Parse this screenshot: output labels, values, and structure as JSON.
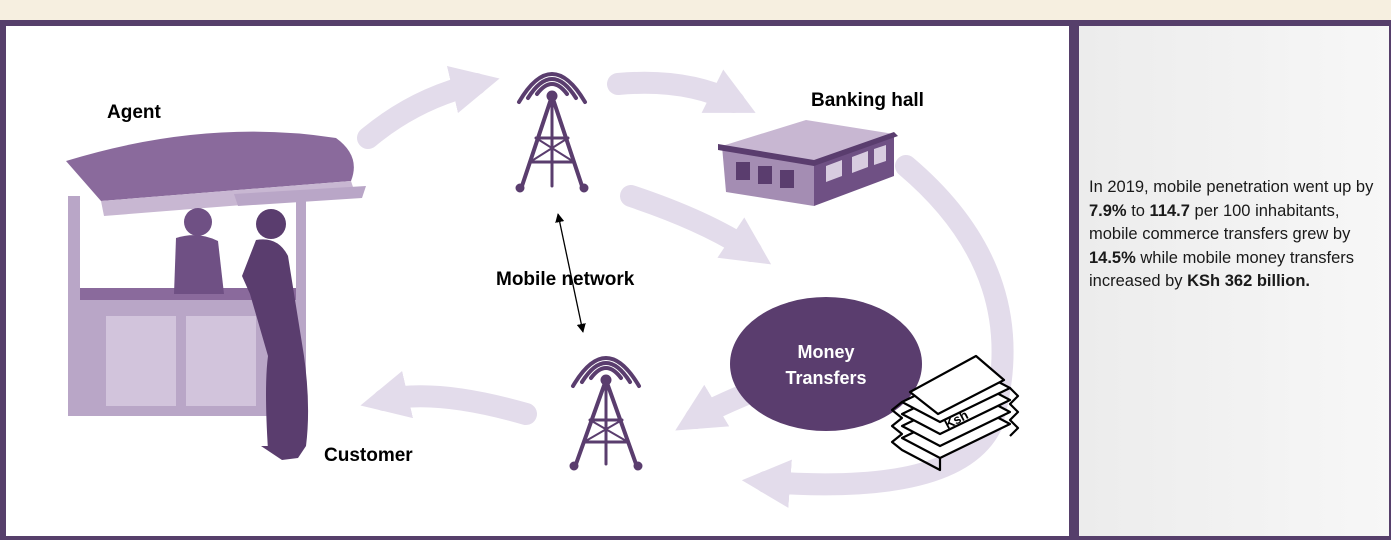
{
  "diagram": {
    "labels": {
      "agent": "Agent",
      "banking_hall": "Banking hall",
      "mobile_network": "Mobile network",
      "customer": "Customer",
      "money_transfers_line1": "Money",
      "money_transfers_line2": "Transfers",
      "ksh": "Ksh"
    }
  },
  "info": {
    "t1": "In 2019, mobile penetration went up by ",
    "b1": "7.9%",
    "t2": " to ",
    "b2": "114.7",
    "t3": " per 100 inhabitants, mobile commerce transfers grew by ",
    "b3": "14.5%",
    "t4": " while  mobile money transfers  increased by ",
    "b4": "KSh 362 billion."
  },
  "colors": {
    "frame": "#563f6b",
    "purple_dark": "#5a3d6e",
    "purple_mid": "#8a6a9c",
    "purple_light": "#c8b7d2",
    "arrow": "#e3dceb"
  }
}
